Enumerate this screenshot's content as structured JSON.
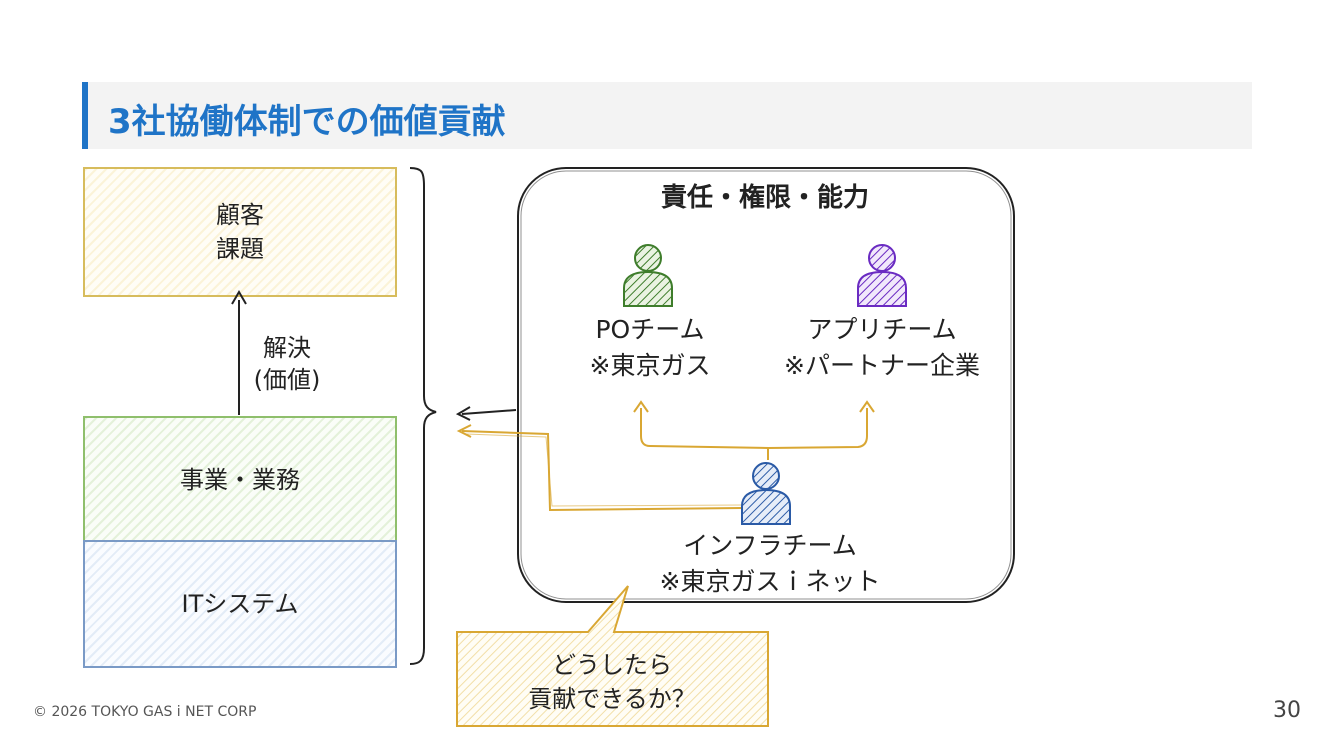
{
  "title": "3社協働体制での価値貢献",
  "left_stack": {
    "customer_label": "顧客\n課題",
    "arrow_label": "解決\n(価値)",
    "business_label": "事業・業務",
    "it_label": "ITシステム"
  },
  "panel": {
    "title": "責任・権限・能力",
    "po_team": "POチーム\n※東京ガス",
    "app_team": "アプリチーム\n※パートナー企業",
    "infra_team": "インフラチーム\n※東京ガスｉネット"
  },
  "callout": "どうしたら\n貢献できるか？",
  "colors": {
    "accent": "#1f74c7",
    "po_icon": "#3e7d2b",
    "app_icon": "#6a2bc2",
    "infra_icon": "#2a5aa6",
    "highlight_line": "#d9a733"
  },
  "icons": [
    "person-icon",
    "person-icon",
    "person-icon"
  ],
  "footer": "© 2026 TOKYO GAS i NET CORP",
  "page_number": "30"
}
